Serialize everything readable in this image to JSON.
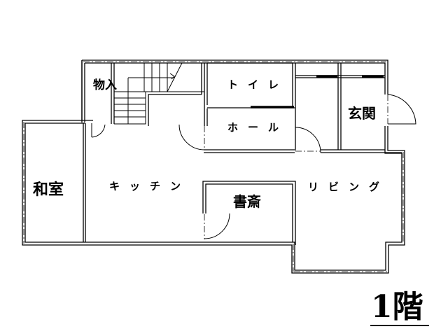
{
  "plan": {
    "floor_label": "1階",
    "rooms": [
      {
        "id": "storage",
        "label": "物入"
      },
      {
        "id": "toilet",
        "label": "トイレ"
      },
      {
        "id": "hall",
        "label": "ホール"
      },
      {
        "id": "entrance",
        "label": "玄関"
      },
      {
        "id": "japanese_room",
        "label": "和室"
      },
      {
        "id": "kitchen",
        "label": "キッチン"
      },
      {
        "id": "study",
        "label": "書斎"
      },
      {
        "id": "living",
        "label": "リビング"
      }
    ]
  }
}
